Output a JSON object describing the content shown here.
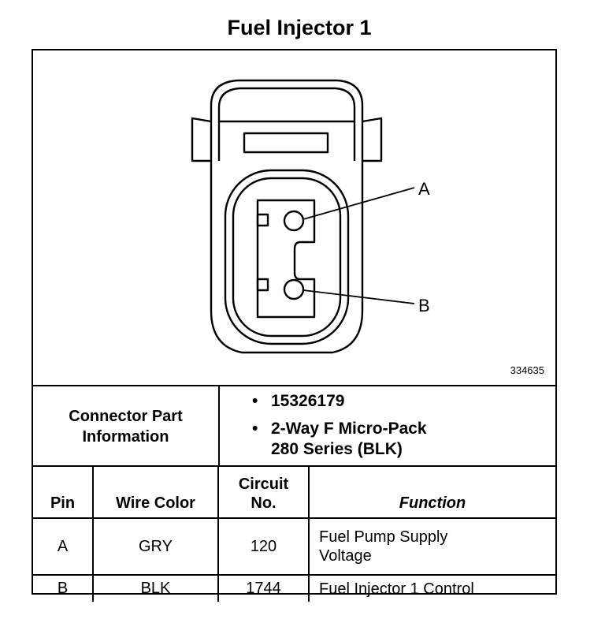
{
  "title": "Fuel Injector 1",
  "diagram": {
    "pin_a_label": "A",
    "pin_b_label": "B",
    "figure_id": "334635"
  },
  "connector_info": {
    "label_line1": "Connector Part",
    "label_line2": "Information",
    "items": [
      {
        "line1": "15326179",
        "line2": ""
      },
      {
        "line1": "2-Way F Micro-Pack",
        "line2": "280 Series (BLK)"
      }
    ],
    "bullet": "•"
  },
  "table": {
    "headers": {
      "pin": "Pin",
      "wire_color": "Wire Color",
      "circuit_line1": "Circuit",
      "circuit_line2": "No.",
      "function": "Function"
    },
    "rows": [
      {
        "pin": "A",
        "wire_color": "GRY",
        "circuit": "120",
        "function_line1": "Fuel Pump Supply",
        "function_line2": "Voltage"
      },
      {
        "pin": "B",
        "wire_color": "BLK",
        "circuit": "1744",
        "function_line1": "Fuel Injector 1 Control",
        "function_line2": ""
      }
    ]
  }
}
